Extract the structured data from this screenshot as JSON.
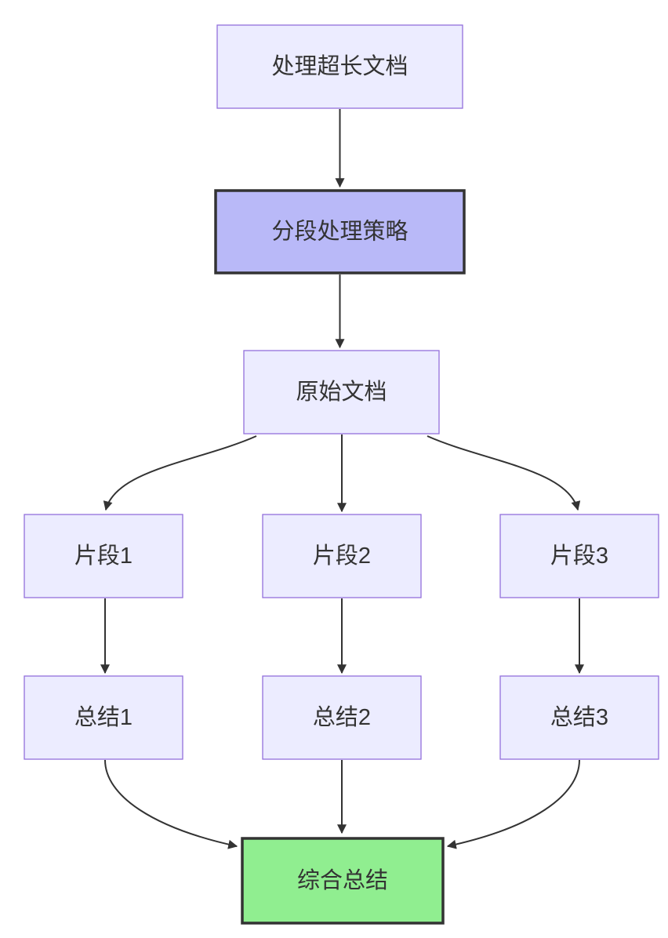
{
  "diagram": {
    "type": "flowchart-top-down",
    "nodes": [
      {
        "label": "处理超长文档",
        "kind": "default"
      },
      {
        "label": "分段处理策略",
        "kind": "emphasis"
      },
      {
        "label": "原始文档",
        "kind": "default"
      },
      {
        "label": "片段1",
        "kind": "default"
      },
      {
        "label": "片段2",
        "kind": "default"
      },
      {
        "label": "片段3",
        "kind": "default"
      },
      {
        "label": "总结1",
        "kind": "default"
      },
      {
        "label": "总结2",
        "kind": "default"
      },
      {
        "label": "总结3",
        "kind": "default"
      },
      {
        "label": "综合总结",
        "kind": "success"
      }
    ],
    "edges": [
      {
        "from": "处理超长文档",
        "to": "分段处理策略"
      },
      {
        "from": "分段处理策略",
        "to": "原始文档"
      },
      {
        "from": "原始文档",
        "to": "片段1"
      },
      {
        "from": "原始文档",
        "to": "片段2"
      },
      {
        "from": "原始文档",
        "to": "片段3"
      },
      {
        "from": "片段1",
        "to": "总结1"
      },
      {
        "from": "片段2",
        "to": "总结2"
      },
      {
        "from": "片段3",
        "to": "总结3"
      },
      {
        "from": "总结1",
        "to": "综合总结"
      },
      {
        "from": "总结2",
        "to": "综合总结"
      },
      {
        "from": "总结3",
        "to": "综合总结"
      }
    ],
    "colors": {
      "background": "#ffffff",
      "node_fill": "#ECECFF",
      "node_border": "#9370DB",
      "emphasis_fill": "#B9B9F8",
      "emphasis_border": "#333333",
      "success_fill": "#90EE90",
      "success_border": "#333333",
      "edge": "#333333",
      "text": "#333333"
    }
  }
}
